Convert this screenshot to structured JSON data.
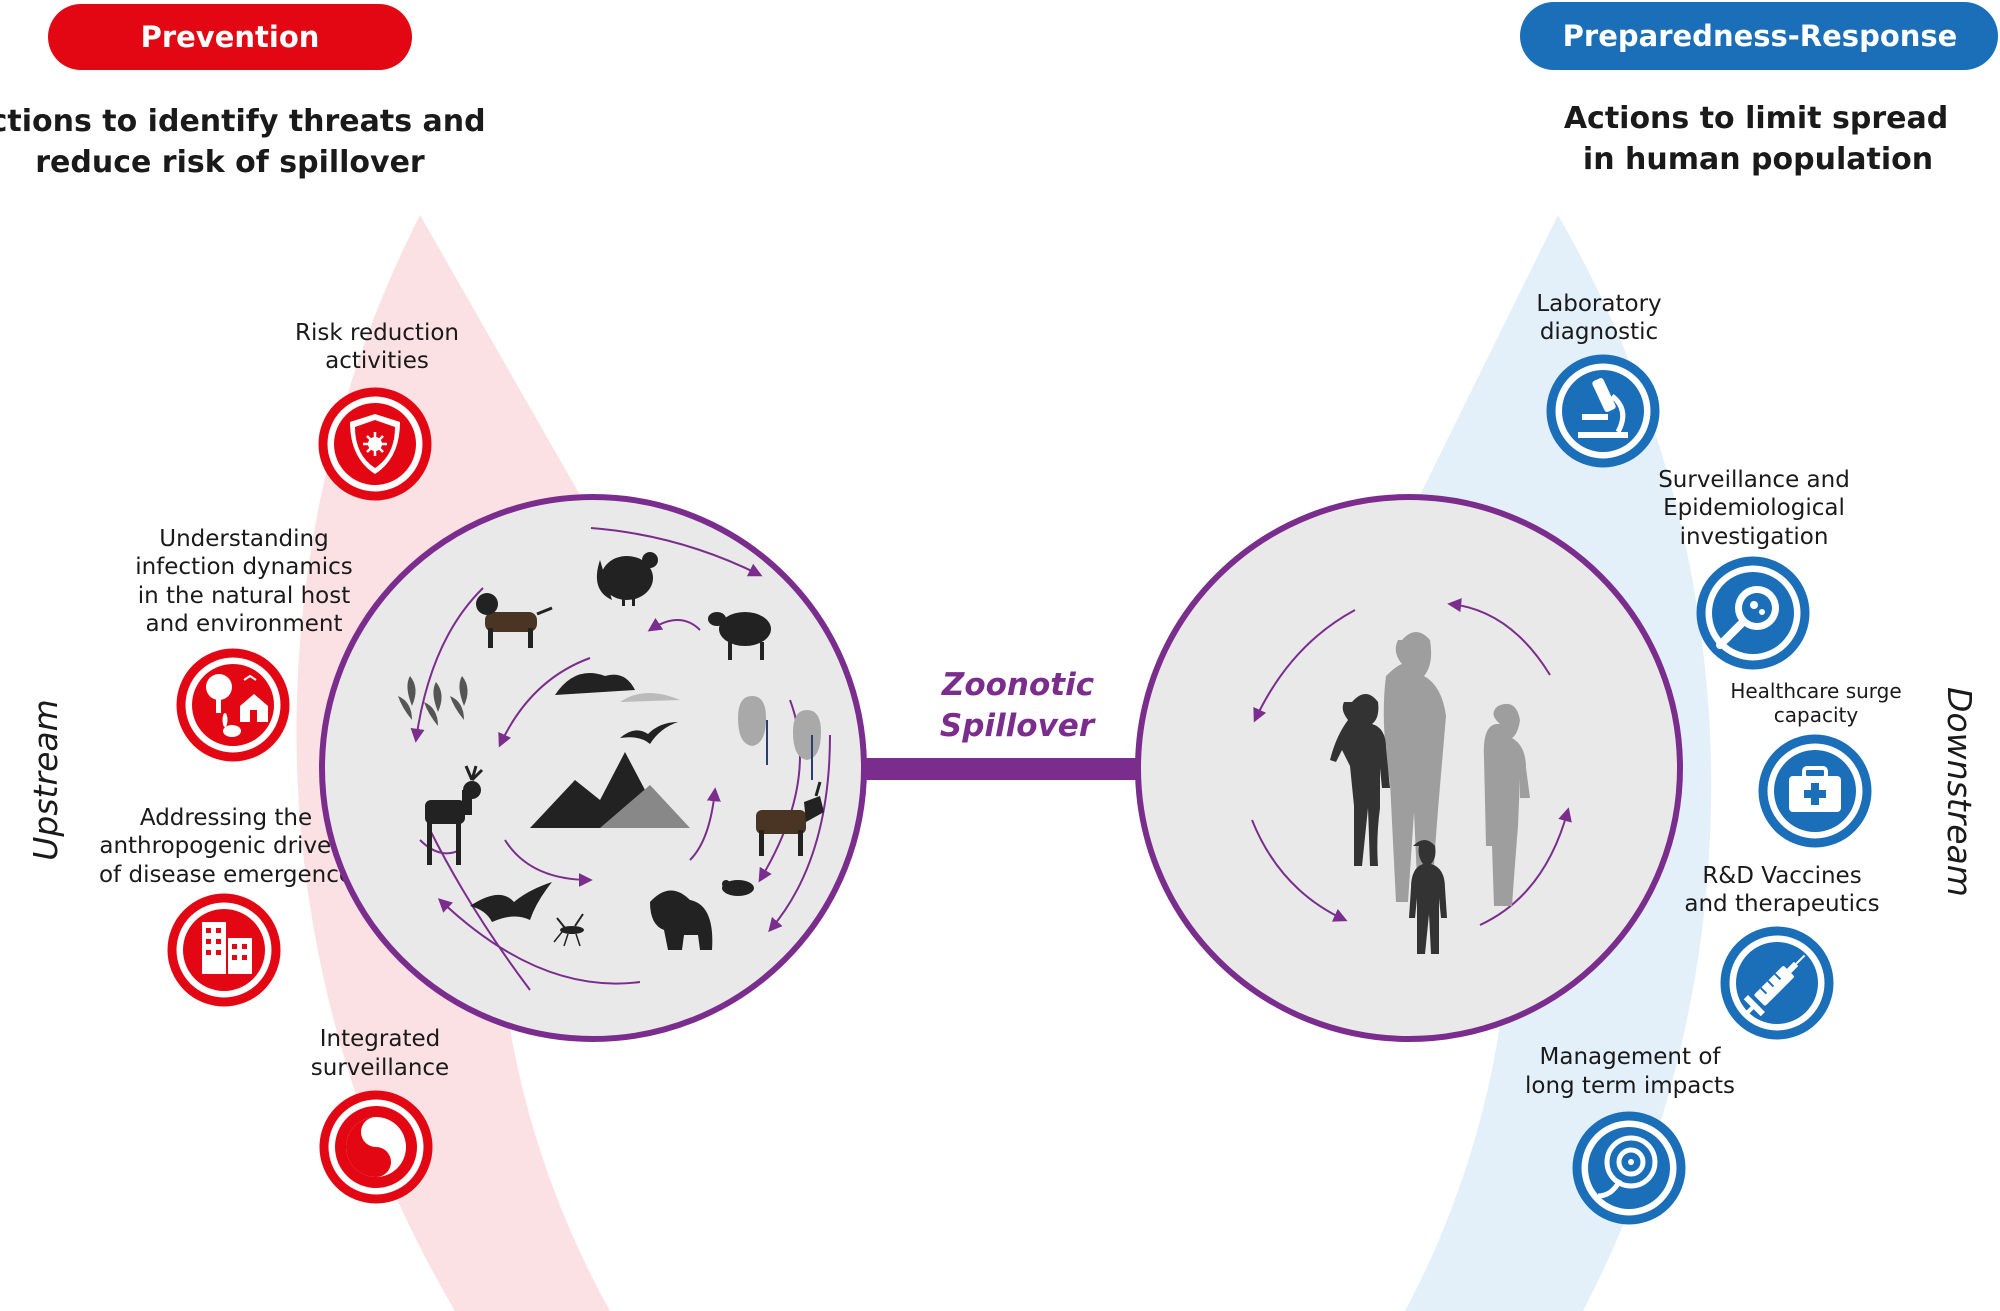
{
  "prevention": {
    "pill": "Prevention",
    "heading": [
      "Actions to identify threats and",
      "reduce risk of spillover"
    ],
    "side_label": "Upstream",
    "color": "#e30613",
    "fill": "#fbe1e3",
    "items": [
      {
        "lines": [
          "Risk reduction",
          "activities"
        ],
        "icon": "shield-virus-icon"
      },
      {
        "lines": [
          "Understanding",
          "infection dynamics",
          "in the natural host",
          "and environment"
        ],
        "icon": "tree-house-rabbit-icon"
      },
      {
        "lines": [
          "Addressing the",
          "anthropogenic drivers",
          "of disease emergence"
        ],
        "icon": "buildings-icon"
      },
      {
        "lines": [
          "Integrated",
          "surveillance"
        ],
        "icon": "yin-yang-icon"
      }
    ]
  },
  "response": {
    "pill": "Preparedness-Response",
    "heading": [
      "Actions to limit spread",
      "in human population"
    ],
    "side_label": "Downstream",
    "color": "#1a6fb8",
    "fill": "#e3f0fa",
    "items": [
      {
        "lines": [
          "Laboratory",
          "diagnostic"
        ],
        "icon": "microscope-icon"
      },
      {
        "lines": [
          "Surveillance and",
          "Epidemiological",
          "investigation"
        ],
        "icon": "magnifier-cell-icon"
      },
      {
        "lines": [
          "Healthcare surge",
          "capacity"
        ],
        "icon": "first-aid-kit-icon"
      },
      {
        "lines": [
          "R&D Vaccines",
          "and therapeutics"
        ],
        "icon": "syringe-icon"
      },
      {
        "lines": [
          "Management of",
          "long term impacts"
        ],
        "icon": "target-ribbon-icon"
      }
    ]
  },
  "spillover": {
    "lines": [
      "Zoonotic",
      "Spillover"
    ],
    "color": "#7b2d8e"
  },
  "animal_icons": [
    "turkey-icon",
    "sheep-icon",
    "dog-icon",
    "plants-icon",
    "deer-icon",
    "bat-icon",
    "mosquito-icon",
    "gorilla-icon",
    "goat-icon",
    "trees-icon",
    "mountains-icon",
    "bird-icon",
    "cloud-icon",
    "rodent-icon"
  ],
  "human_icons": [
    "family-silhouette-icon"
  ]
}
